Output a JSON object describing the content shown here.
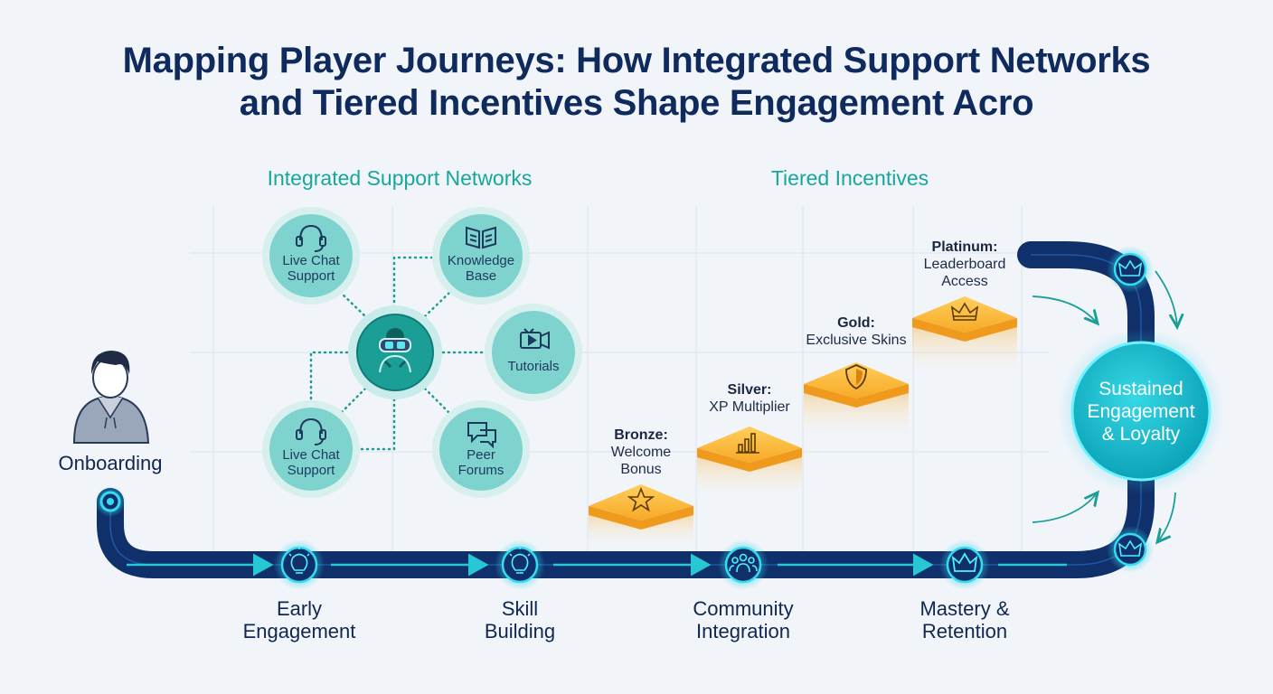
{
  "title_line1": "Mapping Player Journeys: How Integrated Support Networks",
  "title_line2": "and Tiered Incentives Shape Engagement Acro",
  "sections": {
    "support": "Integrated Support Networks",
    "incentives": "Tiered Incentives"
  },
  "support_nodes": [
    {
      "line1": "Live Chat",
      "line2": "Support",
      "icon": "headset-icon"
    },
    {
      "line1": "Knowledge",
      "line2": "Base",
      "icon": "book-icon"
    },
    {
      "line1": "Tutorials",
      "line2": "",
      "icon": "video-icon"
    },
    {
      "line1": "Live Chat",
      "line2": "Support",
      "icon": "headset-icon"
    },
    {
      "line1": "Peer",
      "line2": "Forums",
      "icon": "chat-bubbles-icon"
    }
  ],
  "hub_icon": "vr-player-icon",
  "tiers": [
    {
      "name": "Bronze:",
      "line1": "Welcome",
      "line2": "Bonus",
      "icon": "star-icon"
    },
    {
      "name": "Silver:",
      "line1": "XP Multiplier",
      "line2": "",
      "icon": "bar-chart-icon"
    },
    {
      "name": "Gold:",
      "line1": "Exclusive Skins",
      "line2": "",
      "icon": "shield-icon"
    },
    {
      "name": "Platinum:",
      "line1": "Leaderboard",
      "line2": "Access",
      "icon": "crown-icon"
    }
  ],
  "onboarding": "Onboarding",
  "stages": [
    {
      "line1": "Early",
      "line2": "Engagement",
      "icon": "lightbulb-icon"
    },
    {
      "line1": "Skill",
      "line2": "Building",
      "icon": "lightbulb-icon"
    },
    {
      "line1": "Community",
      "line2": "Integration",
      "icon": "people-icon"
    },
    {
      "line1": "Mastery &",
      "line2": "Retention",
      "icon": "crown-icon"
    }
  ],
  "goal": {
    "line1": "Sustained",
    "line2": "Engagement",
    "line3": "& Loyalty"
  },
  "colors": {
    "navy": "#0f2a5c",
    "path": "#10306b",
    "teal": "#16a79d",
    "cyan": "#1fd3e3",
    "gold": "#f5a623",
    "node_fill": "#7fd3cf"
  }
}
